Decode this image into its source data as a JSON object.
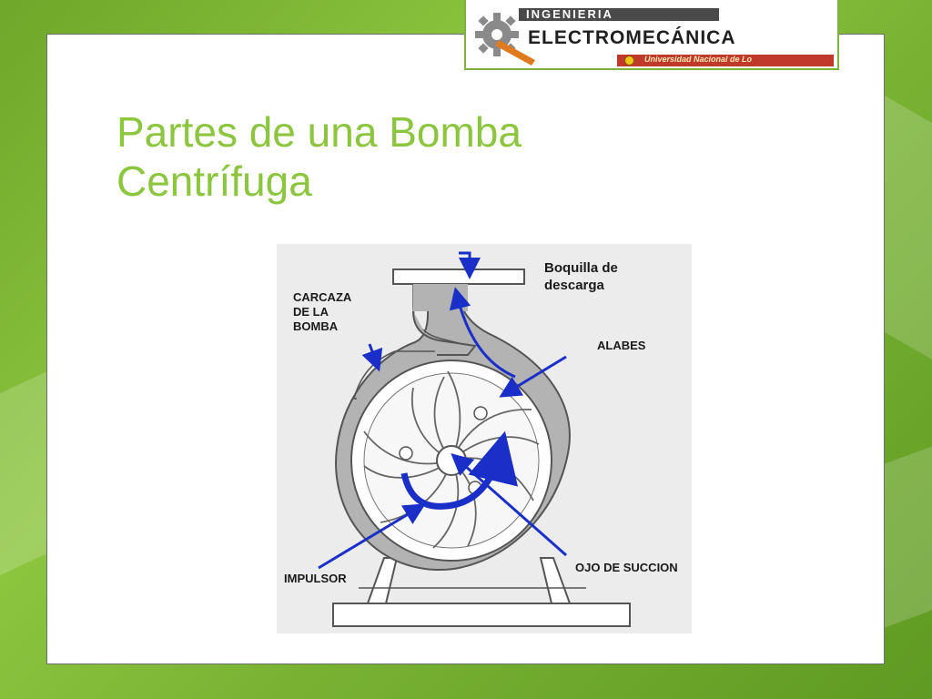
{
  "slide": {
    "title_line1": "Partes de una Bomba",
    "title_line2": "Centrífuga"
  },
  "logo": {
    "line1": "INGENIERIA",
    "line2": "ELECTROMECÁNICA",
    "band": "Universidad Nacional de Lo"
  },
  "diagram": {
    "labels": {
      "discharge_1": "Boquilla de",
      "discharge_2": "descarga",
      "casing_1": "CARCAZA",
      "casing_2": "DE LA",
      "casing_3": "BOMBA",
      "vanes": "ALABES",
      "impeller": "IMPULSOR",
      "suction_eye": "OJO DE SUCCION"
    }
  },
  "colors": {
    "accent_green": "#8cc63f",
    "arrow_blue": "#1a2fc8",
    "casing_gray": "#b3b3b3"
  }
}
